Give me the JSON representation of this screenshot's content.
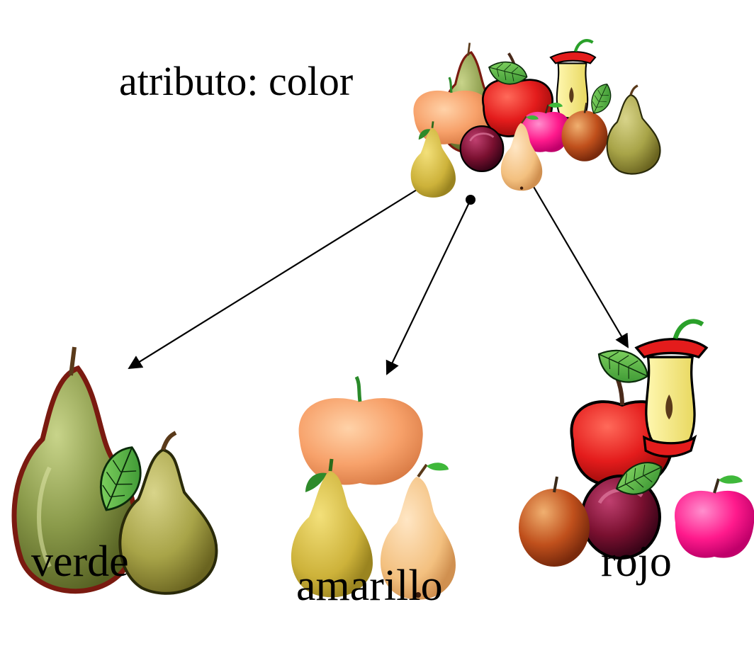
{
  "title": "atributo: color",
  "categories": [
    {
      "key": "verde",
      "label": "verde"
    },
    {
      "key": "amarillo",
      "label": "amarillo"
    },
    {
      "key": "rojo",
      "label": "rojo"
    }
  ],
  "colors": {
    "green_pear": "#8a9a4a",
    "yellow_pear": "#c8b13a",
    "peach_apple": "#f5a46c",
    "red_apple": "#e41c1c",
    "pink_apple": "#ff1a8c",
    "plum": "#7a1030",
    "leaf": "#3fb83a",
    "stroke": "#000000"
  }
}
